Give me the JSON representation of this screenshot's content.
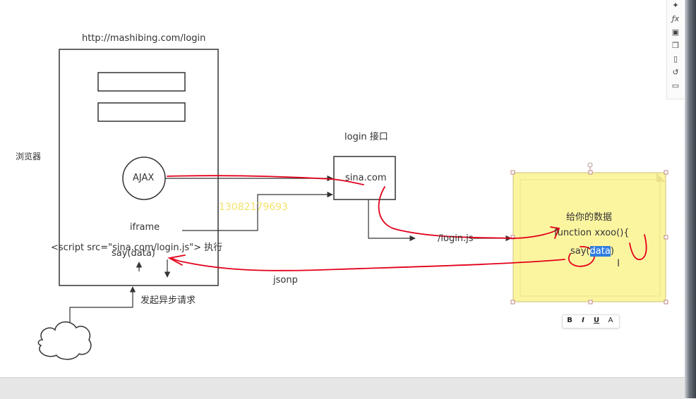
{
  "browser": {
    "url": "http://mashibing.com/login",
    "side_label": "浏览器",
    "ajax_label": "AJAX",
    "iframe_label": "iframe",
    "script_label": "<script src=\"sina.com/login.js\"> 执行",
    "say_data_label": "say(data)",
    "async_request_label": "发起异步请求"
  },
  "server": {
    "title": "login 接口",
    "host": "sina.com",
    "path": "/login.js"
  },
  "jsonp_label": "jsonp",
  "watermark": "13082179693",
  "note": {
    "title": "给你的数据",
    "function_line": "function  xxoo(){",
    "call_prefix": "say(",
    "call_selected": "data",
    "call_suffix": ")"
  },
  "format_toolbar": {
    "bold": "B",
    "italic": "I",
    "underline": "U",
    "font": "A"
  },
  "colors": {
    "ink": "#333333",
    "red_pen": "#e3001b",
    "note_fill": "#fbf5a0",
    "note_border": "#e8d77a",
    "watermark": "#f3e36b"
  },
  "toolbar_icons": [
    "crosshair-icon",
    "fx-icon",
    "camera-icon",
    "copy-icon",
    "page-icon",
    "history-icon",
    "comment-icon"
  ]
}
